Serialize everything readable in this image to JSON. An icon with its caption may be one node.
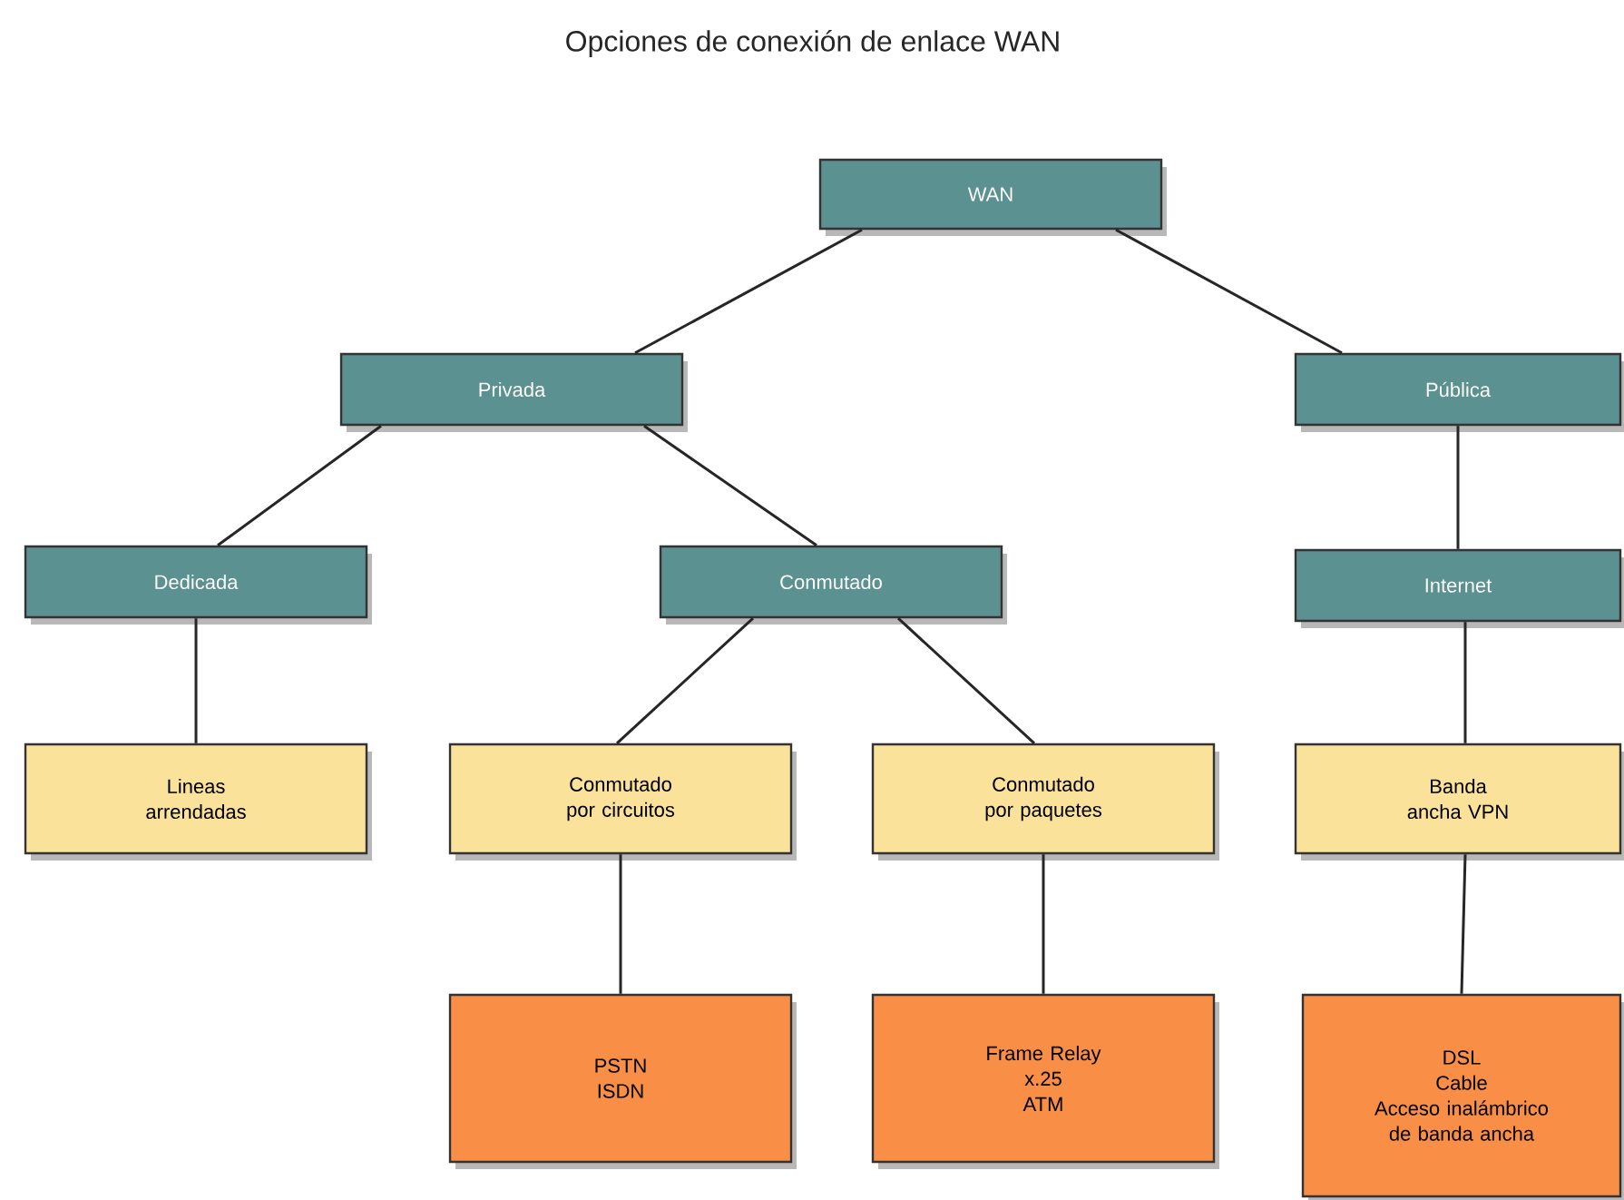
{
  "diagram": {
    "title": "Opciones de conexión de enlace WAN",
    "nodes": [
      {
        "text": [
          "WAN"
        ]
      },
      {
        "text": [
          "Privada"
        ]
      },
      {
        "text": [
          "Pública"
        ]
      },
      {
        "text": [
          "Dedicada"
        ]
      },
      {
        "text": [
          "Conmutado"
        ]
      },
      {
        "text": [
          "Internet"
        ]
      },
      {
        "text": [
          "Lineas arrendadas"
        ]
      },
      {
        "text": [
          "Conmutado por circuitos"
        ]
      },
      {
        "text": [
          "Conmutado por paquetes"
        ]
      },
      {
        "text": [
          "Banda ancha VPN"
        ]
      },
      {
        "text": [
          "PSTN",
          "ISDN"
        ]
      },
      {
        "text": [
          "Frame Relay",
          "x.25",
          "ATM"
        ]
      },
      {
        "text": [
          "DSL",
          "Cable",
          "Acceso inalámbrico de banda ancha"
        ]
      }
    ],
    "edges": [
      {
        "from": 0,
        "to": 1,
        "arrow": "none"
      },
      {
        "from": 0,
        "to": 2,
        "arrow": "none"
      },
      {
        "from": 1,
        "to": 3,
        "arrow": "none"
      },
      {
        "from": 1,
        "to": 4,
        "arrow": "none"
      },
      {
        "from": 2,
        "to": 5,
        "arrow": "none"
      },
      {
        "from": 3,
        "to": 6,
        "arrow": "none"
      },
      {
        "from": 4,
        "to": 7,
        "arrow": "none"
      },
      {
        "from": 4,
        "to": 8,
        "arrow": "none"
      },
      {
        "from": 5,
        "to": 9,
        "arrow": "none"
      },
      {
        "from": 7,
        "to": 10,
        "arrow": "none"
      },
      {
        "from": 8,
        "to": 11,
        "arrow": "none"
      },
      {
        "from": 9,
        "to": 12,
        "arrow": "none"
      }
    ]
  }
}
